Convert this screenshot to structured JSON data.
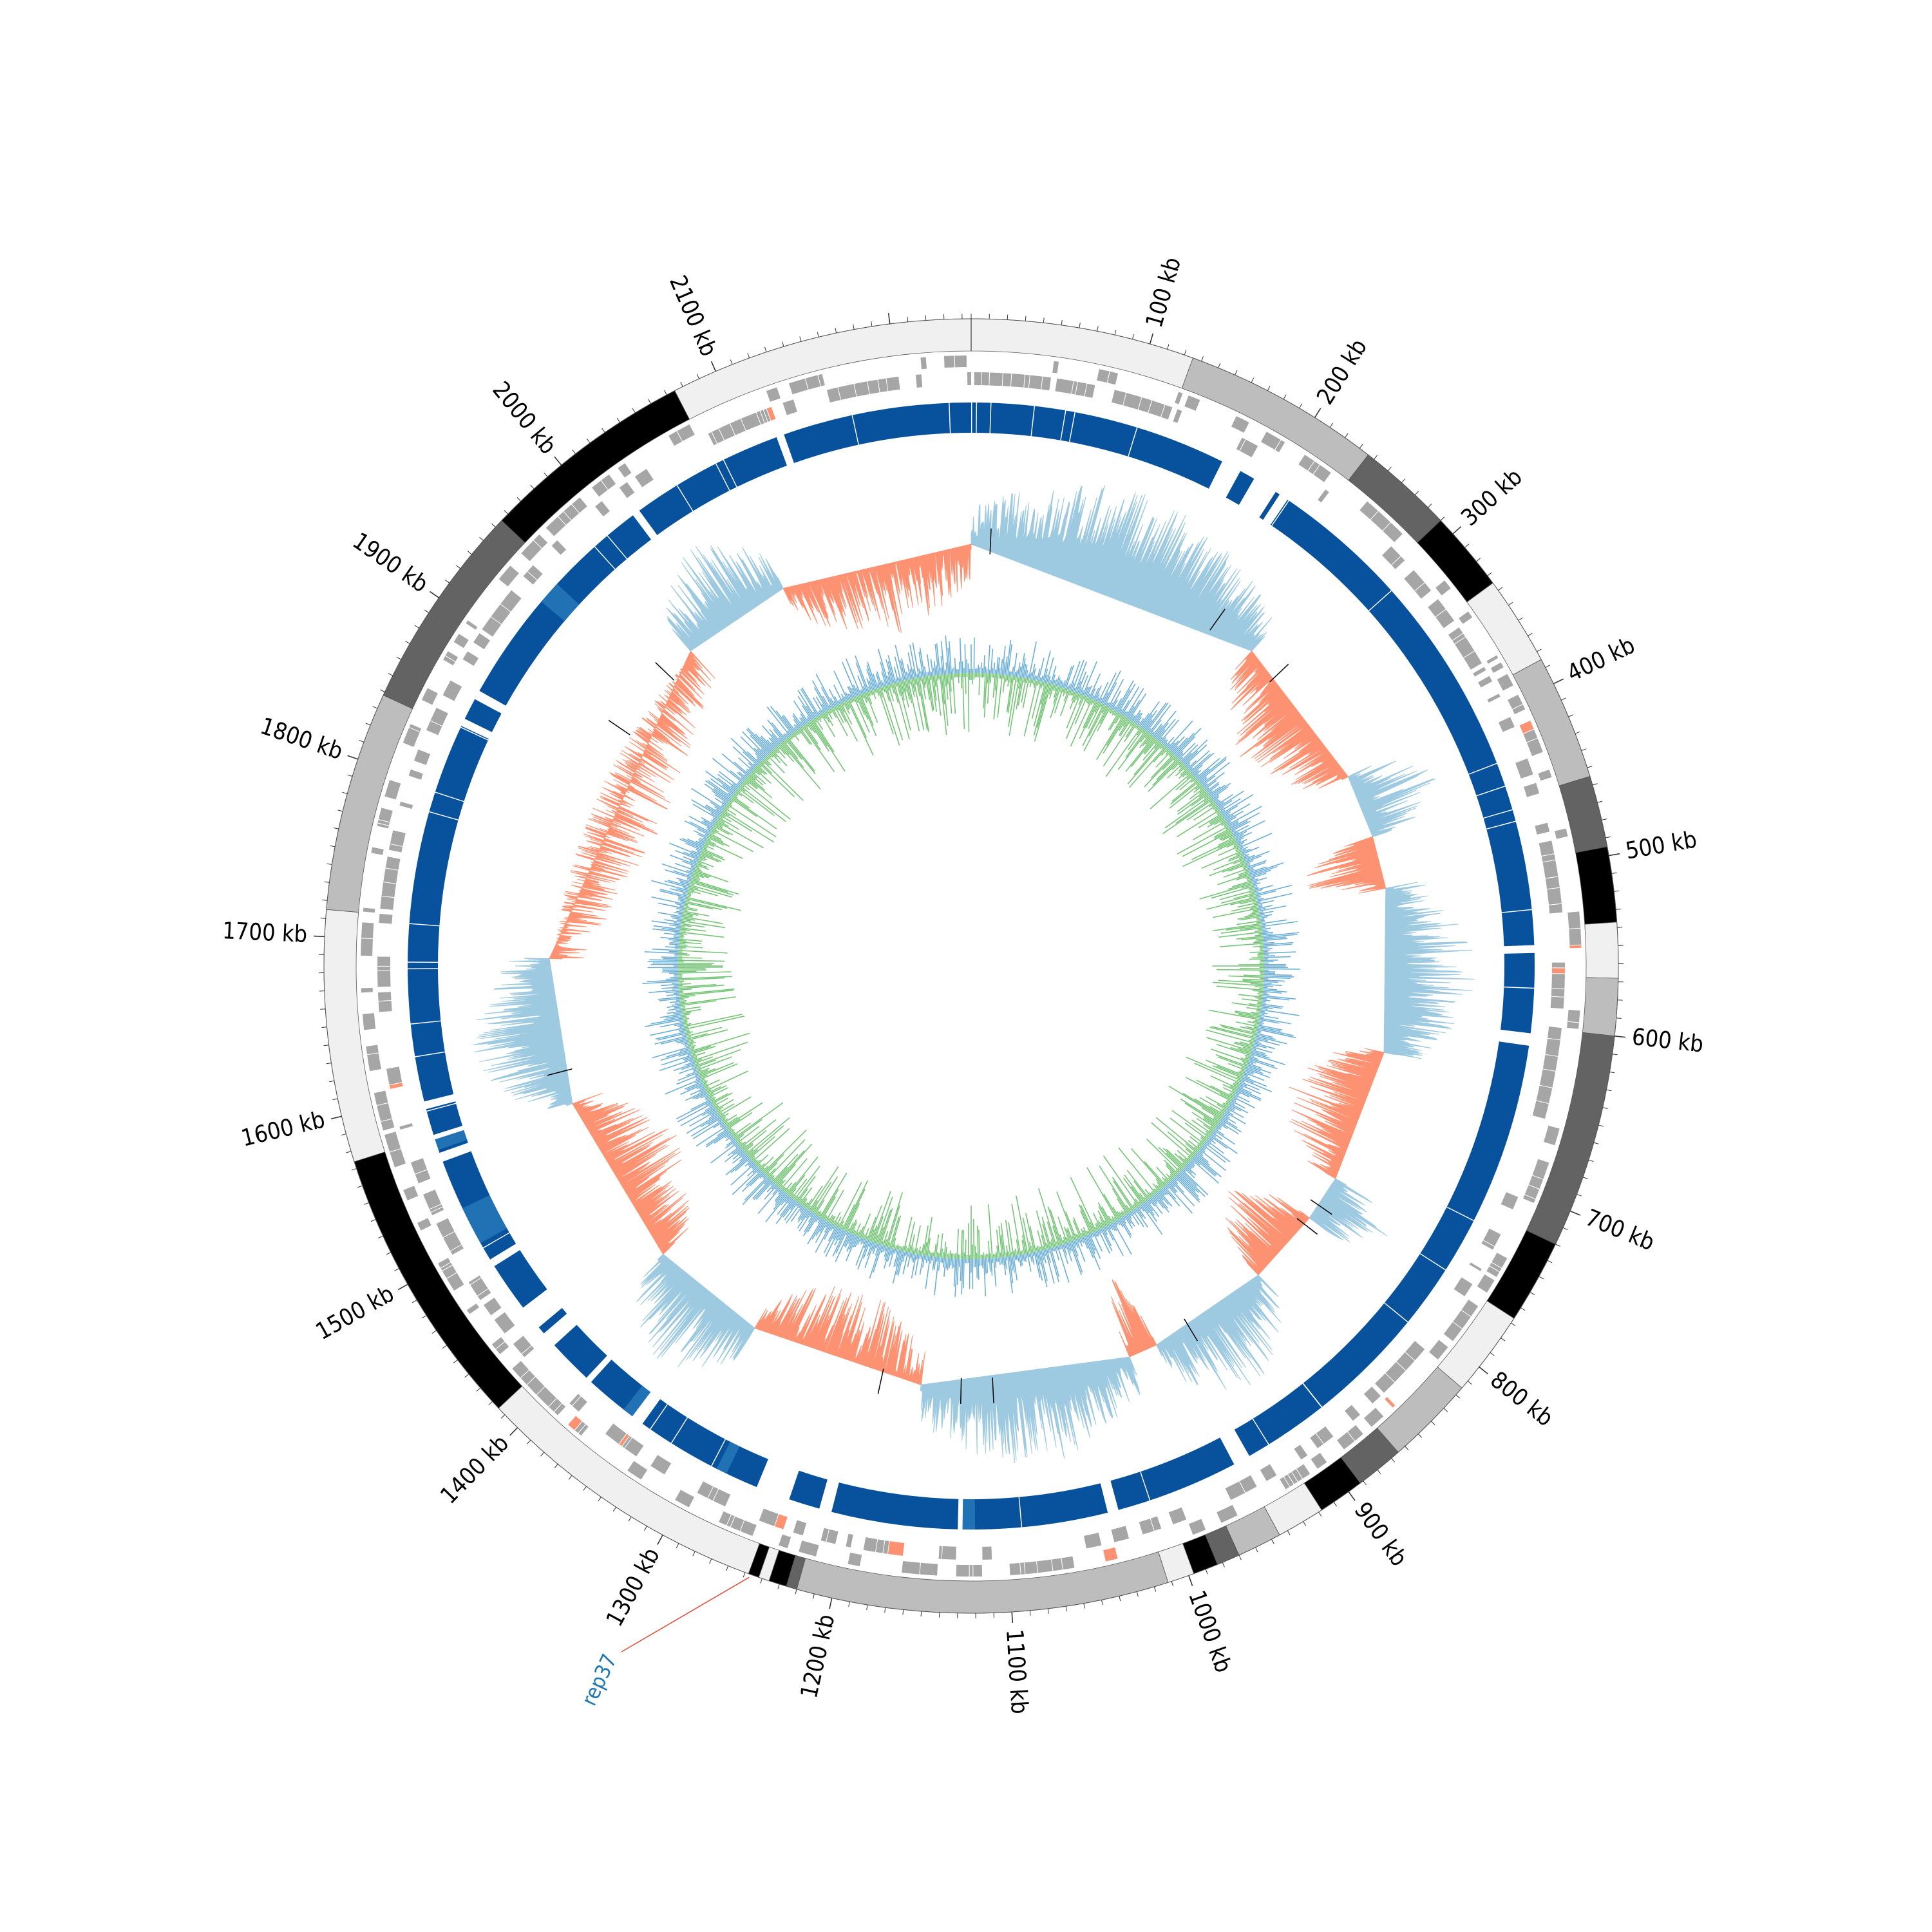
{
  "genome": {
    "length_kb": 2245,
    "tick_labels": [
      {
        "kb": 100,
        "label": "100 kb"
      },
      {
        "kb": 200,
        "label": "200 kb"
      },
      {
        "kb": 300,
        "label": "300 kb"
      },
      {
        "kb": 400,
        "label": "400 kb"
      },
      {
        "kb": 500,
        "label": "500 kb"
      },
      {
        "kb": 600,
        "label": "600 kb"
      },
      {
        "kb": 700,
        "label": "700 kb"
      },
      {
        "kb": 800,
        "label": "800 kb"
      },
      {
        "kb": 900,
        "label": "900 kb"
      },
      {
        "kb": 1000,
        "label": "1000 kb"
      },
      {
        "kb": 1100,
        "label": "1100 kb"
      },
      {
        "kb": 1200,
        "label": "1200 kb"
      },
      {
        "kb": 1300,
        "label": "1300 kb"
      },
      {
        "kb": 1400,
        "label": "1400 kb"
      },
      {
        "kb": 1500,
        "label": "1500 kb"
      },
      {
        "kb": 1600,
        "label": "1600 kb"
      },
      {
        "kb": 1700,
        "label": "1700 kb"
      },
      {
        "kb": 1800,
        "label": "1800 kb"
      },
      {
        "kb": 1900,
        "label": "1900 kb"
      },
      {
        "kb": 2000,
        "label": "2000 kb"
      },
      {
        "kb": 2100,
        "label": "2100 kb"
      }
    ],
    "minor_tick_step_kb": 10,
    "contigs": [
      {
        "start": 0,
        "end": 125,
        "color": "#f0f0f0"
      },
      {
        "start": 125,
        "end": 236,
        "color": "#bdbdbd"
      },
      {
        "start": 236,
        "end": 290,
        "color": "#636363"
      },
      {
        "start": 290,
        "end": 335,
        "color": "#000000"
      },
      {
        "start": 335,
        "end": 385,
        "color": "#f0f0f0"
      },
      {
        "start": 385,
        "end": 455,
        "color": "#bdbdbd"
      },
      {
        "start": 455,
        "end": 495,
        "color": "#636363"
      },
      {
        "start": 495,
        "end": 537,
        "color": "#000000"
      },
      {
        "start": 537,
        "end": 568,
        "color": "#f0f0f0"
      },
      {
        "start": 568,
        "end": 600,
        "color": "#bdbdbd"
      },
      {
        "start": 600,
        "end": 720,
        "color": "#636363"
      },
      {
        "start": 720,
        "end": 767,
        "color": "#000000"
      },
      {
        "start": 767,
        "end": 815,
        "color": "#f0f0f0"
      },
      {
        "start": 815,
        "end": 865,
        "color": "#bdbdbd"
      },
      {
        "start": 865,
        "end": 892,
        "color": "#636363"
      },
      {
        "start": 892,
        "end": 918,
        "color": "#000000"
      },
      {
        "start": 918,
        "end": 945,
        "color": "#f0f0f0"
      },
      {
        "start": 945,
        "end": 970,
        "color": "#bdbdbd"
      },
      {
        "start": 970,
        "end": 983,
        "color": "#636363"
      },
      {
        "start": 983,
        "end": 997,
        "color": "#000000"
      },
      {
        "start": 997,
        "end": 1012,
        "color": "#f0f0f0"
      },
      {
        "start": 1012,
        "end": 1220,
        "color": "#bdbdbd"
      },
      {
        "start": 1220,
        "end": 1226,
        "color": "#636363"
      },
      {
        "start": 1226,
        "end": 1236,
        "color": "#000000"
      },
      {
        "start": 1236,
        "end": 1242,
        "color": "#f0f0f0"
      },
      {
        "start": 1242,
        "end": 1248,
        "color": "#000000"
      },
      {
        "start": 1248,
        "end": 1415,
        "color": "#f0f0f0"
      },
      {
        "start": 1415,
        "end": 1574,
        "color": "#000000"
      },
      {
        "start": 1574,
        "end": 1715,
        "color": "#f0f0f0"
      },
      {
        "start": 1715,
        "end": 1838,
        "color": "#bdbdbd"
      },
      {
        "start": 1838,
        "end": 1955,
        "color": "#636363"
      },
      {
        "start": 1955,
        "end": 2075,
        "color": "#000000"
      },
      {
        "start": 2075,
        "end": 2245,
        "color": "#f0f0f0"
      }
    ],
    "gene_color": "#a6a6a6",
    "gene_highlight_color": "#fc9272",
    "homology_color": "#08519c",
    "homology_light_color": "#2171b5",
    "homology_segments": [
      {
        "start": 0,
        "end": 165
      },
      {
        "start": 178,
        "end": 188
      },
      {
        "start": 204,
        "end": 207
      },
      {
        "start": 213,
        "end": 548
      },
      {
        "start": 553,
        "end": 604
      },
      {
        "start": 612,
        "end": 938
      },
      {
        "start": 949,
        "end": 1028
      },
      {
        "start": 1035,
        "end": 1127
      },
      {
        "start": 1131,
        "end": 1212
      },
      {
        "start": 1220,
        "end": 1240
      },
      {
        "start": 1262,
        "end": 1345
      },
      {
        "start": 1353,
        "end": 1387
      },
      {
        "start": 1391,
        "end": 1420
      },
      {
        "start": 1430,
        "end": 1435
      },
      {
        "start": 1451,
        "end": 1483
      },
      {
        "start": 1488,
        "end": 1557
      },
      {
        "start": 1563,
        "end": 1571
      },
      {
        "start": 1575,
        "end": 1592
      },
      {
        "start": 1597,
        "end": 1841
      },
      {
        "start": 1846,
        "end": 1860
      },
      {
        "start": 1866,
        "end": 2015
      },
      {
        "start": 2020,
        "end": 2119
      },
      {
        "start": 2124,
        "end": 2245
      }
    ],
    "gc_skew_colors": {
      "positive": "#9ecae1",
      "negative": "#fc9272",
      "mark": "#000000"
    },
    "gc_skew_regions": [
      {
        "start": 0,
        "end": 260,
        "sign": "positive"
      },
      {
        "start": 260,
        "end": 395,
        "sign": "negative"
      },
      {
        "start": 395,
        "end": 450,
        "sign": "positive"
      },
      {
        "start": 450,
        "end": 495,
        "sign": "negative"
      },
      {
        "start": 495,
        "end": 635,
        "sign": "positive"
      },
      {
        "start": 635,
        "end": 750,
        "sign": "negative"
      },
      {
        "start": 750,
        "end": 790,
        "sign": "positive"
      },
      {
        "start": 790,
        "end": 855,
        "sign": "negative"
      },
      {
        "start": 855,
        "end": 960,
        "sign": "positive"
      },
      {
        "start": 960,
        "end": 985,
        "sign": "negative"
      },
      {
        "start": 985,
        "end": 1165,
        "sign": "positive"
      },
      {
        "start": 1165,
        "end": 1315,
        "sign": "negative"
      },
      {
        "start": 1315,
        "end": 1415,
        "sign": "positive"
      },
      {
        "start": 1415,
        "end": 1565,
        "sign": "negative"
      },
      {
        "start": 1565,
        "end": 1690,
        "sign": "positive"
      },
      {
        "start": 1690,
        "end": 1985,
        "sign": "negative"
      },
      {
        "start": 1985,
        "end": 2080,
        "sign": "positive"
      },
      {
        "start": 2080,
        "end": 2245,
        "sign": "negative"
      }
    ],
    "gc_content_colors": {
      "above": "#6baed6",
      "below": "#74c476"
    },
    "annotation": {
      "label": "rep37",
      "kb": 1247
    }
  }
}
